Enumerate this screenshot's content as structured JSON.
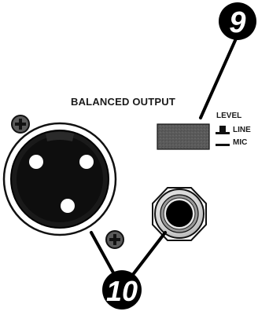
{
  "panel": {
    "title": "BALANCED OUTPUT",
    "level_switch": {
      "label": "LEVEL",
      "options": [
        "LINE",
        "MIC"
      ]
    }
  },
  "callouts": {
    "switch_number": "9",
    "connectors_number": "10"
  },
  "icons": {
    "polarity": "plus-icon",
    "switch_position": "switch-position-icon"
  }
}
